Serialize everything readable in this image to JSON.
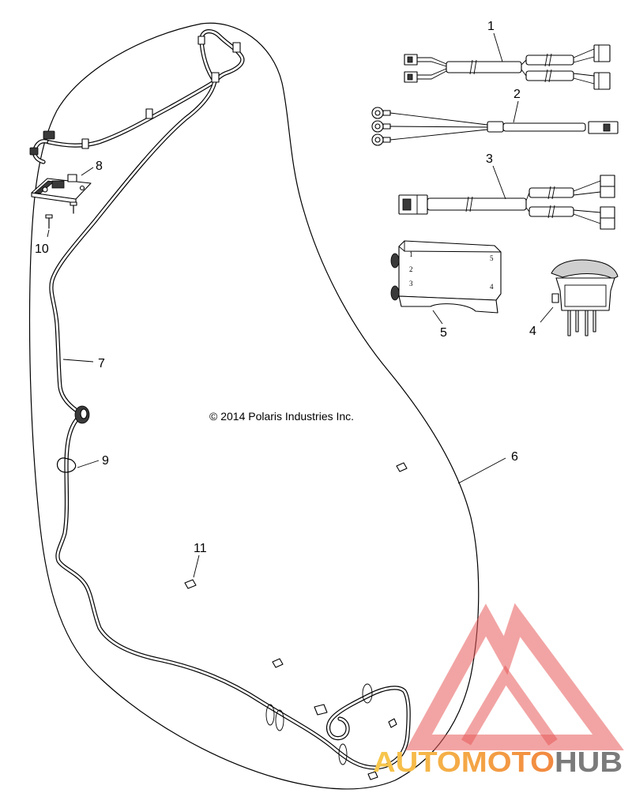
{
  "diagram": {
    "copyright": "© 2014 Polaris Industries Inc.",
    "callouts": [
      "1",
      "2",
      "3",
      "4",
      "5",
      "6",
      "7",
      "8",
      "9",
      "10",
      "11"
    ],
    "switch_panel_markings": {
      "left": [
        "1",
        "2",
        "3"
      ],
      "right": [
        "5",
        "4"
      ]
    }
  },
  "watermark": {
    "text_warm": "AUTOMOTO",
    "text_gray": "HUB"
  },
  "colors": {
    "line": "#000000",
    "background": "#ffffff",
    "watermark_red": "#e85a5a",
    "watermark_yellow": "#f7c94c",
    "watermark_orange": "#ef6f3c",
    "watermark_gray": "#7b7b7b"
  }
}
